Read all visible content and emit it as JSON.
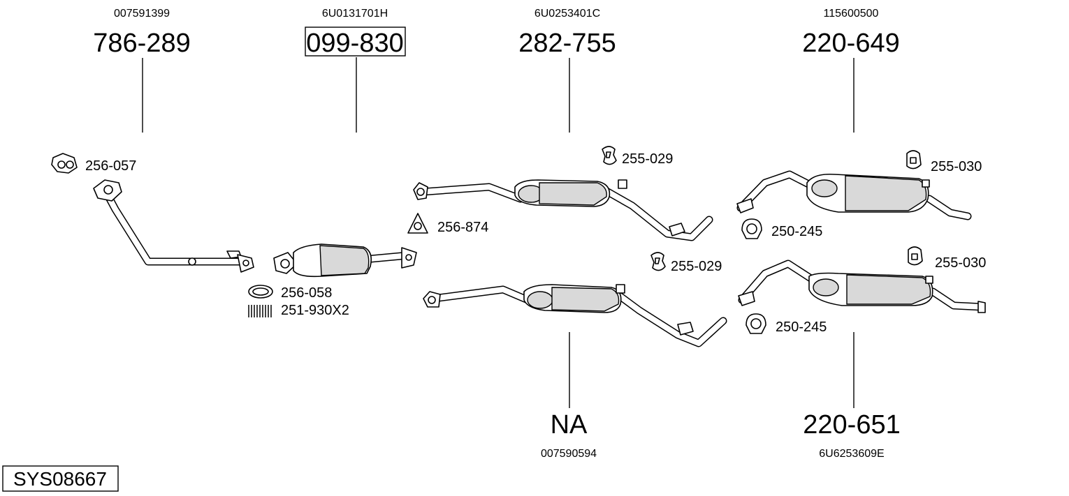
{
  "groups": [
    {
      "oem": "007591399",
      "code": "786-289",
      "boxed": false
    },
    {
      "oem": "6U0131701H",
      "code": "099-830",
      "boxed": true
    },
    {
      "oem": "6U0253401C",
      "code": "282-755",
      "boxed": false
    },
    {
      "oem": "115600500",
      "code": "220-649",
      "boxed": false
    },
    {
      "oem": "007590594",
      "code": "NA",
      "boxed": false
    },
    {
      "oem": "6U6253609E",
      "code": "220-651",
      "boxed": false
    }
  ],
  "accessories": [
    {
      "code": "256-057",
      "icon": "gasket-icon"
    },
    {
      "code": "256-058",
      "icon": "ring-gasket-icon"
    },
    {
      "code": "251-930X2",
      "icon": "spring-icon"
    },
    {
      "code": "256-874",
      "icon": "triangle-gasket-icon"
    },
    {
      "code": "255-029",
      "icon": "rubber-hanger-icon"
    },
    {
      "code": "255-029",
      "icon": "rubber-hanger-icon"
    },
    {
      "code": "255-030",
      "icon": "rubber-hanger-icon"
    },
    {
      "code": "255-030",
      "icon": "rubber-hanger-icon"
    },
    {
      "code": "250-245",
      "icon": "clamp-icon"
    },
    {
      "code": "250-245",
      "icon": "clamp-icon"
    }
  ],
  "system_id": "SYS08667"
}
